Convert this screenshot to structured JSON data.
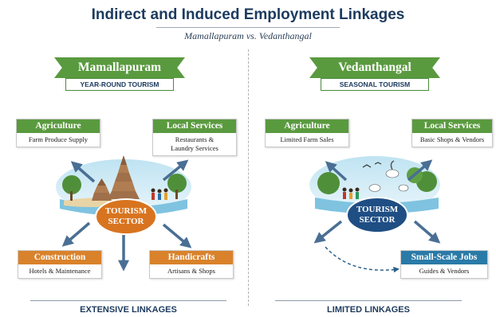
{
  "title": "Indirect and Induced Employment Linkages",
  "subtitle": "Mamallapuram vs. Vedanthangal",
  "left": {
    "name": "Mamallapuram",
    "tag": "YEAR-ROUND TOURISM",
    "sector_line1": "TOURISM",
    "sector_line2": "SECTOR",
    "boxes": {
      "agriculture": {
        "title": "Agriculture",
        "body": "Farm Produce Supply"
      },
      "local_services": {
        "title": "Local Services",
        "body_line1": "Restaurants &",
        "body_line2": "Laundry Services"
      },
      "construction": {
        "title": "Construction",
        "body": "Hotels & Maintenance"
      },
      "handicrafts": {
        "title": "Handicrafts",
        "body": "Artisans & Shops"
      }
    },
    "footer": "EXTENSIVE LINKAGES"
  },
  "right": {
    "name": "Vedanthangal",
    "tag": "SEASONAL TOURISM",
    "sector_line1": "TOURISM",
    "sector_line2": "SECTOR",
    "boxes": {
      "agriculture": {
        "title": "Agriculture",
        "body": "Limited Farm Sales"
      },
      "local_services": {
        "title": "Local Services",
        "body": "Basic Shops & Vendors"
      },
      "small_scale_jobs": {
        "title": "Small-Scale Jobs",
        "body": "Guides & Vendors"
      }
    },
    "footer": "LIMITED LINKAGES"
  },
  "colors": {
    "green": "#5a9a3f",
    "orange": "#d9822b",
    "blue": "#2a7aa8",
    "navy": "#1c3a5e",
    "sector_orange": "#d8741f",
    "sector_blue": "#1f4e84",
    "arrow": "#4a6f94"
  }
}
